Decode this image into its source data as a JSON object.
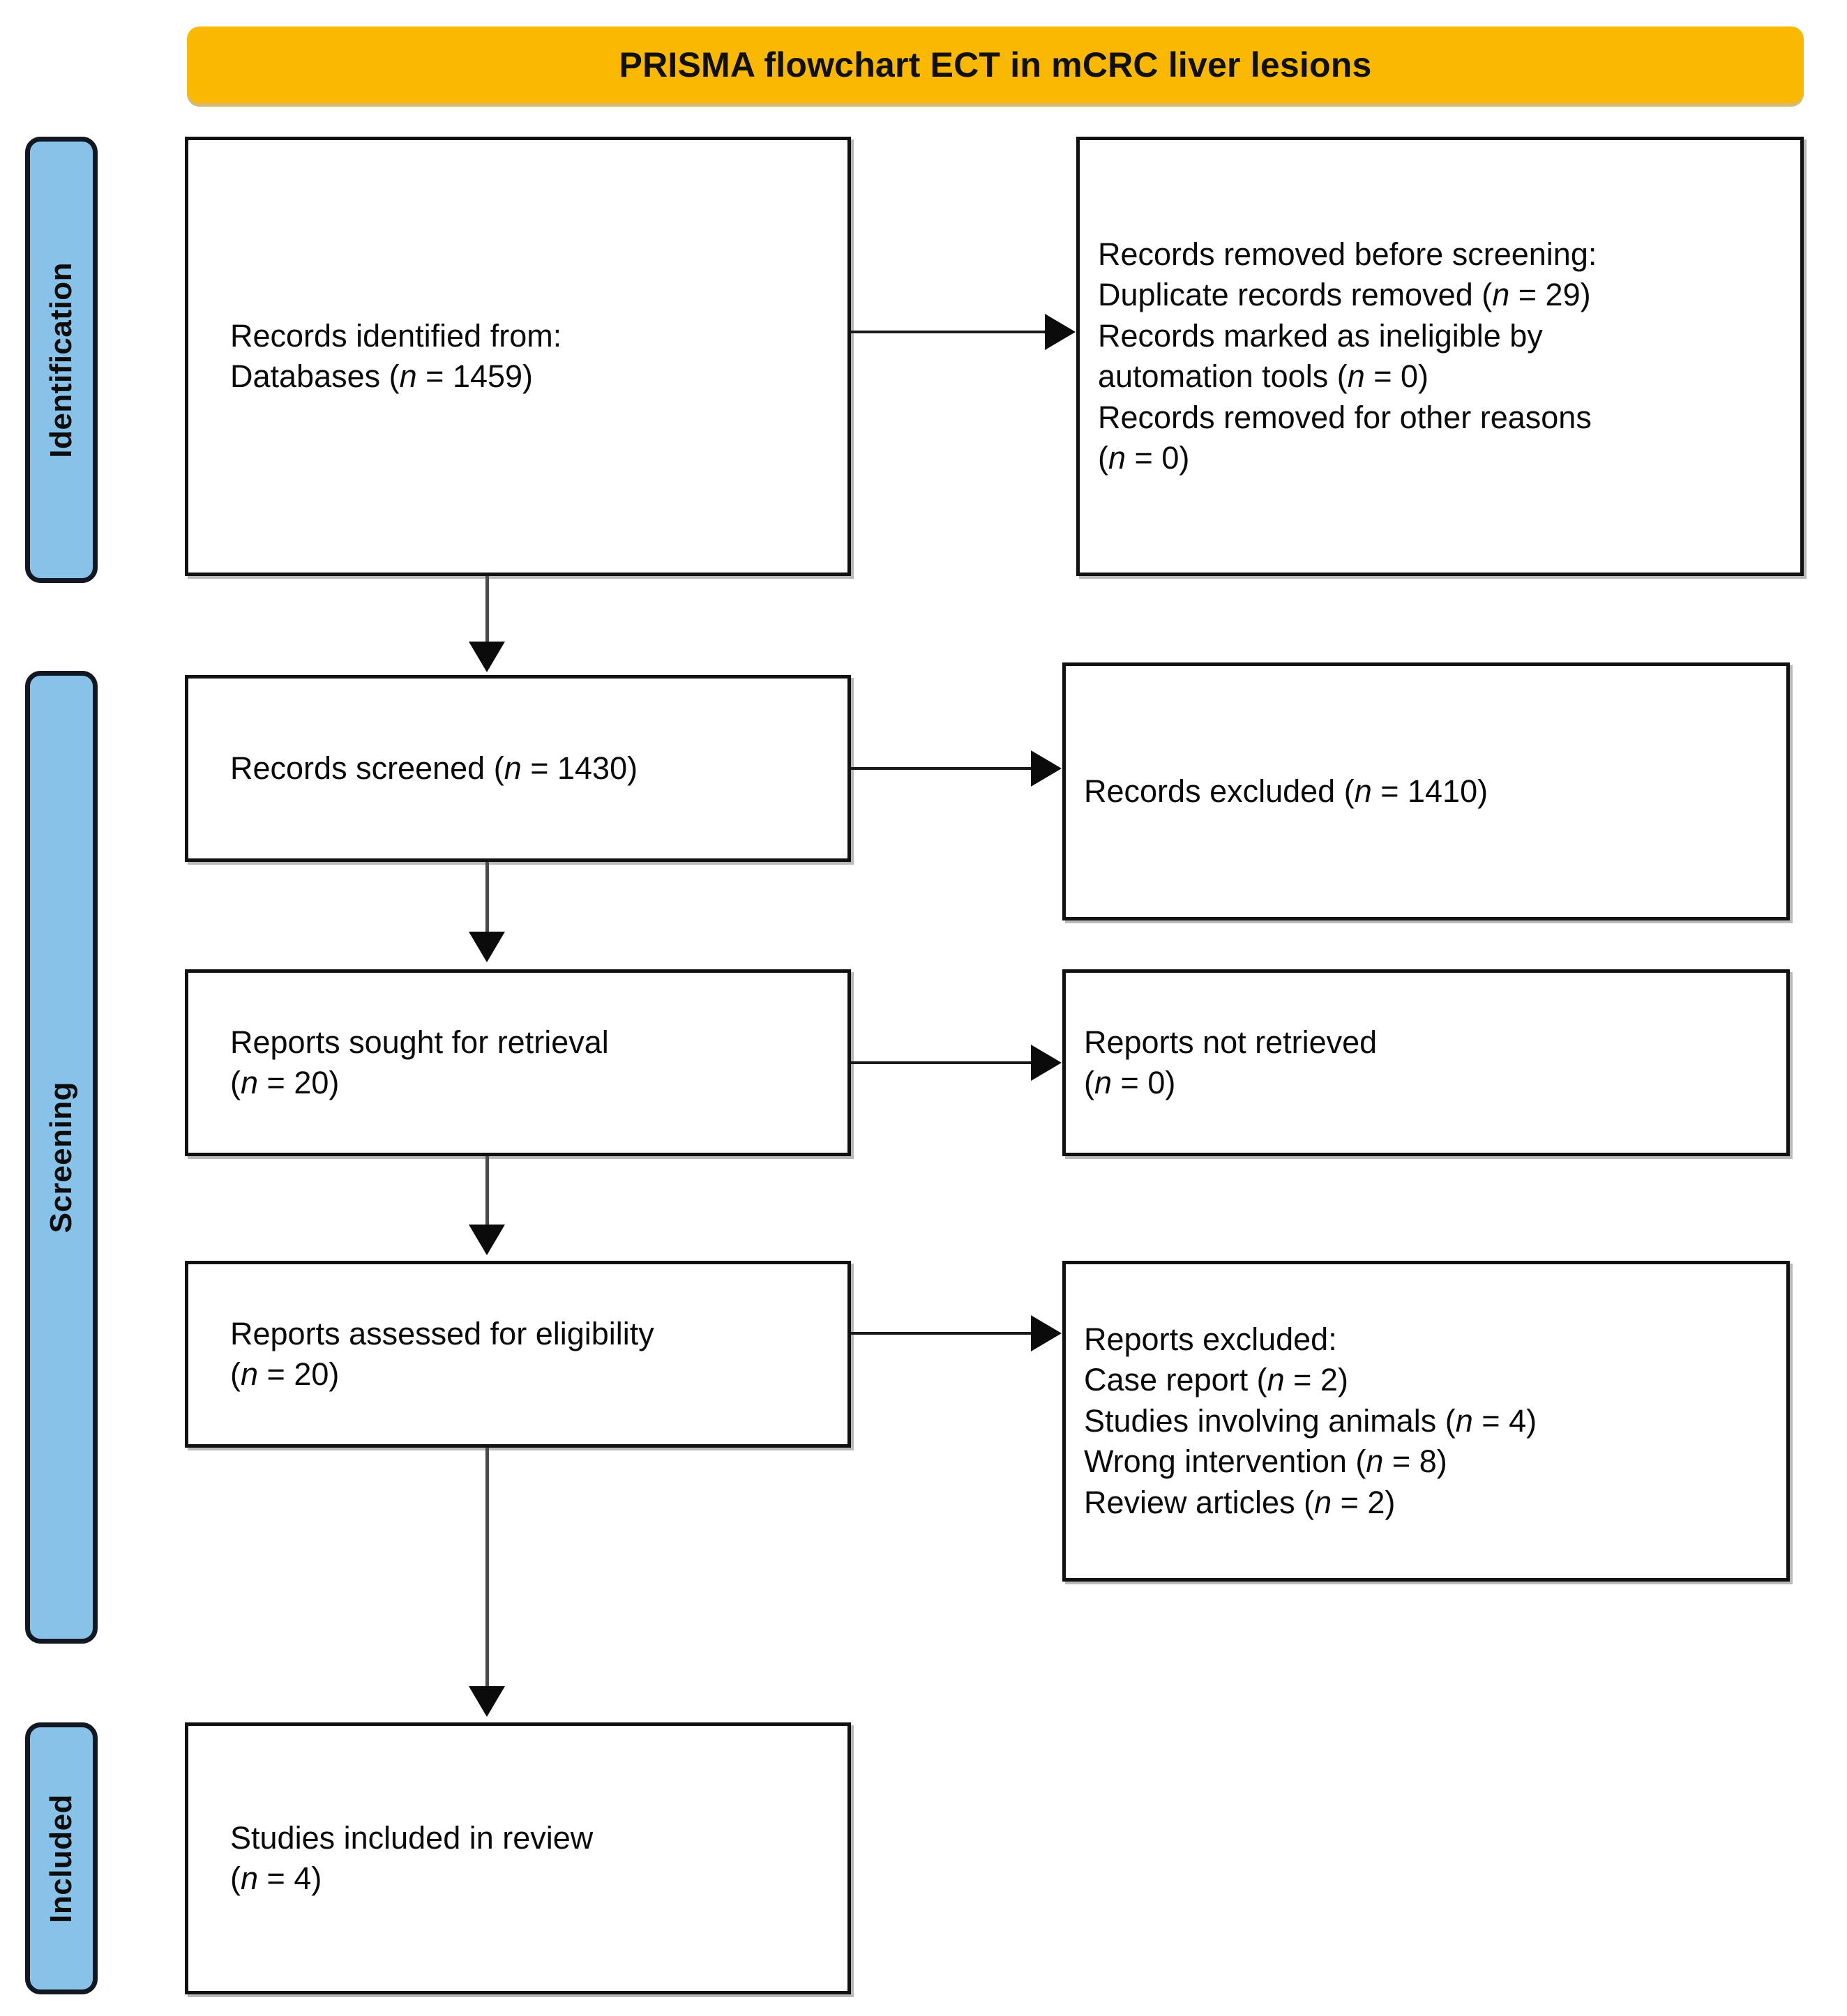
{
  "title": {
    "text": "PRISMA flowchart ECT in mCRC liver lesions",
    "bg_color": "#FAB900"
  },
  "stages": {
    "identification": "Identification",
    "screening": "Screening",
    "included": "Included",
    "bar_color": "#88C2E8"
  },
  "boxes": {
    "identified": {
      "line1": "Records identified from:",
      "line2_pre": "Databases (",
      "line2_n": "n",
      "line2_post": " = 1459)"
    },
    "removed": {
      "line1": "Records removed before screening:",
      "line2_pre": "Duplicate records removed (",
      "line2_n": "n",
      "line2_post": " = 29)",
      "line3": "Records marked as ineligible by",
      "line4_pre": "automation tools (",
      "line4_n": "n",
      "line4_post": " = 0)",
      "line5": "Records removed for other reasons",
      "line6_pre": "(",
      "line6_n": "n",
      "line6_post": " = 0)"
    },
    "screened": {
      "line1_pre": "Records screened (",
      "line1_n": "n",
      "line1_post": " = 1430)"
    },
    "excluded_records": {
      "line1_pre": "Records excluded (",
      "line1_n": "n",
      "line1_post": " = 1410)"
    },
    "sought": {
      "line1": "Reports sought for retrieval",
      "line2_pre": "(",
      "line2_n": "n",
      "line2_post": " = 20)"
    },
    "not_retrieved": {
      "line1": "Reports not retrieved",
      "line2_pre": "(",
      "line2_n": "n",
      "line2_post": " = 0)"
    },
    "assessed": {
      "line1": "Reports assessed for eligibility",
      "line2_pre": "(",
      "line2_n": "n",
      "line2_post": " = 20)"
    },
    "excluded_reports": {
      "line1": "Reports excluded:",
      "line2_pre": "Case report (",
      "line2_n": "n",
      "line2_post": " = 2)",
      "line3_pre": "Studies involving animals (",
      "line3_n": "n",
      "line3_post": " = 4)",
      "line4_pre": "Wrong intervention (",
      "line4_n": "n",
      "line4_post": " = 8)",
      "line5_pre": "Review articles (",
      "line5_n": "n",
      "line5_post": " = 2)"
    },
    "included": {
      "line1": "Studies included in review",
      "line2_pre": "(",
      "line2_n": "n",
      "line2_post": " = 4)"
    }
  },
  "chart_data": {
    "type": "diagram",
    "title": "PRISMA flowchart ECT in mCRC liver lesions",
    "nodes": [
      {
        "id": "identified",
        "stage": "Identification",
        "label": "Records identified from: Databases (n = 1459)",
        "n": 1459
      },
      {
        "id": "removed",
        "stage": "Identification",
        "label": "Records removed before screening",
        "duplicate_records_removed": 29,
        "ineligible_by_automation_tools": 0,
        "removed_other_reasons": 0
      },
      {
        "id": "screened",
        "stage": "Screening",
        "label": "Records screened (n = 1430)",
        "n": 1430
      },
      {
        "id": "excluded_records",
        "stage": "Screening",
        "label": "Records excluded (n = 1410)",
        "n": 1410
      },
      {
        "id": "sought",
        "stage": "Screening",
        "label": "Reports sought for retrieval (n = 20)",
        "n": 20
      },
      {
        "id": "not_retrieved",
        "stage": "Screening",
        "label": "Reports not retrieved (n = 0)",
        "n": 0
      },
      {
        "id": "assessed",
        "stage": "Screening",
        "label": "Reports assessed for eligibility (n = 20)",
        "n": 20
      },
      {
        "id": "excluded_reports",
        "stage": "Screening",
        "label": "Reports excluded",
        "case_report": 2,
        "studies_involving_animals": 4,
        "wrong_intervention": 8,
        "review_articles": 2
      },
      {
        "id": "included",
        "stage": "Included",
        "label": "Studies included in review (n = 4)",
        "n": 4
      }
    ],
    "edges": [
      {
        "from": "identified",
        "to": "removed",
        "direction": "right"
      },
      {
        "from": "identified",
        "to": "screened",
        "direction": "down"
      },
      {
        "from": "screened",
        "to": "excluded_records",
        "direction": "right"
      },
      {
        "from": "screened",
        "to": "sought",
        "direction": "down"
      },
      {
        "from": "sought",
        "to": "not_retrieved",
        "direction": "right"
      },
      {
        "from": "sought",
        "to": "assessed",
        "direction": "down"
      },
      {
        "from": "assessed",
        "to": "excluded_reports",
        "direction": "right"
      },
      {
        "from": "assessed",
        "to": "included",
        "direction": "down"
      }
    ]
  }
}
